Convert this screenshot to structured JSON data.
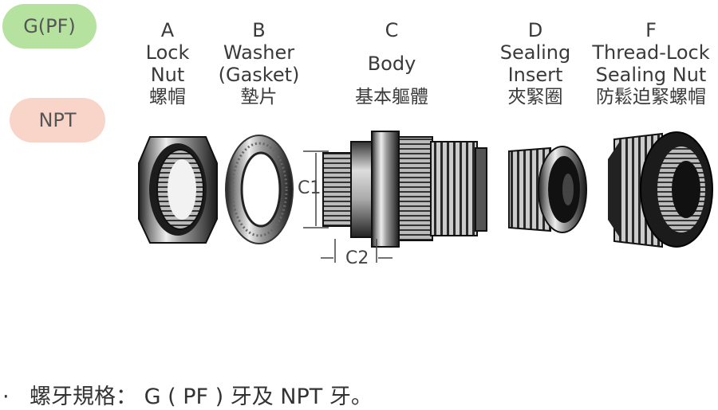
{
  "thread_badges": {
    "g_pf": "G(PF)",
    "npt": "NPT"
  },
  "parts": [
    {
      "letter": "A",
      "name_line1": "Lock",
      "name_line2": "Nut",
      "chinese": "螺帽"
    },
    {
      "letter": "B",
      "name_line1": "Washer",
      "name_line2": "(Gasket)",
      "chinese": "墊片"
    },
    {
      "letter": "C",
      "name_line1": "Body",
      "name_line2": "",
      "chinese": "基本軀體"
    },
    {
      "letter": "D",
      "name_line1": "Sealing",
      "name_line2": "Insert",
      "chinese": "夾緊圈"
    },
    {
      "letter": "F",
      "name_line1": "Thread-Lock",
      "name_line2": "Sealing Nut",
      "chinese": "防鬆迫緊螺帽"
    }
  ],
  "dimensions": {
    "c1": "C1",
    "c2": "C2"
  },
  "footer": {
    "bullet": "·",
    "text": "螺牙規格： G ( PF ) 牙及 NPT 牙。"
  }
}
